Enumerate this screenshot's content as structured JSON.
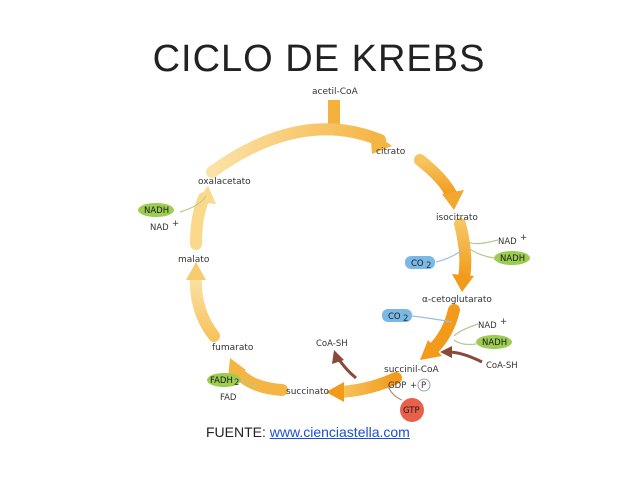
{
  "title": "CICLO DE KREBS",
  "source": {
    "prefix": "FUENTE: ",
    "link": "www.cienciastella.com"
  },
  "metabolites": {
    "acetil": "acetil-CoA",
    "citrato": "citrato",
    "isocitrato": "isocitrato",
    "cetoglutarato": "α-cetoglutarato",
    "succinilcoa": "succinil-CoA",
    "succinato": "succinato",
    "fumarato": "fumarato",
    "malato": "malato",
    "oxalacetato": "oxalacetato"
  },
  "cofactors": {
    "nadh_left": "NADH",
    "nad_left": "NAD",
    "nad_right1": "NAD",
    "nadh_right1": "NADH",
    "co2_1": "CO",
    "co2_2": "CO",
    "nad_right2": "NAD",
    "nadh_right2": "NADH",
    "coash_right": "CoA-SH",
    "coash_center": "CoA-SH",
    "gdp": "GDP",
    "p": "P",
    "gtp": "GTP",
    "fadh2": "FADH",
    "fad": "FAD"
  },
  "colors": {
    "arrow_dark": "#f29a1a",
    "arrow_light": "#fbe2a6",
    "green_pill": "#9ccc50",
    "blue_pill": "#7ab8e6",
    "gtp_red": "#e8604a",
    "brown_arrow": "#8a4a3a"
  }
}
